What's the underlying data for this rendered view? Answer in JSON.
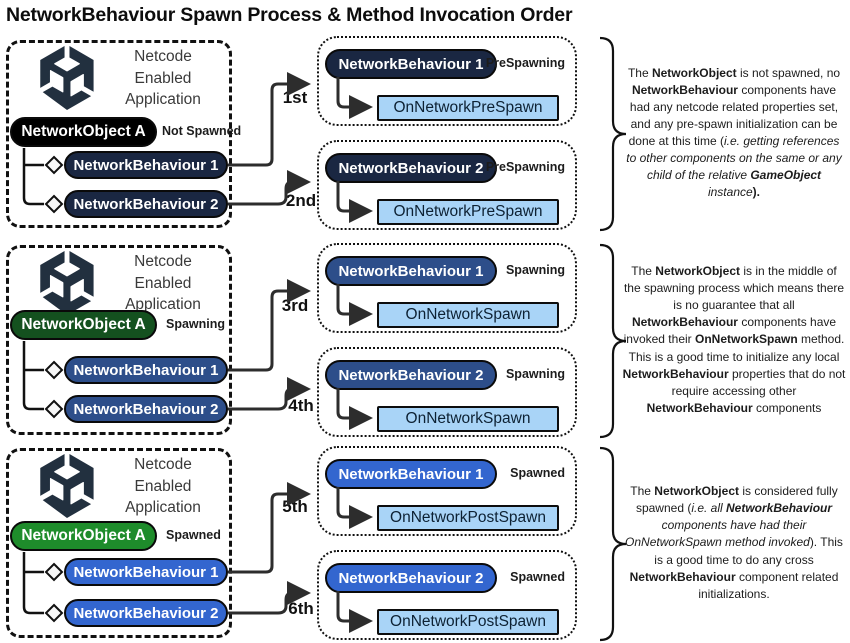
{
  "title": "NetworkBehaviour Spawn Process & Method Invocation Order",
  "app": {
    "lines": [
      "Netcode",
      "Enabled",
      "Application"
    ]
  },
  "icons": {
    "logo": "unity-cube-logo"
  },
  "colors": {
    "method_bg": "#A9D4F7",
    "connector": "#2d2d2d",
    "logo": "#22303f",
    "object_not_spawned": "#000000",
    "object_spawning": "#14511F",
    "object_spawned": "#1E8C2B",
    "behaviour_prespawn": "#1A2742",
    "behaviour_spawning": "#2D4E8A",
    "behaviour_spawned": "#3366CF"
  },
  "rows": [
    {
      "object": {
        "label": "NetworkObject A",
        "status": "Not Spawned",
        "color": "#000000"
      },
      "behaviour_color": "#1A2742",
      "behaviours": [
        "NetworkBehaviour 1",
        "NetworkBehaviour 2"
      ],
      "orders": [
        "1st",
        "2nd"
      ],
      "boxes": [
        {
          "pill": "NetworkBehaviour 1",
          "status": "PreSpawning",
          "method": "OnNetworkPreSpawn"
        },
        {
          "pill": "NetworkBehaviour 2",
          "status": "PreSpawning",
          "method": "OnNetworkPreSpawn"
        }
      ],
      "description": [
        {
          "t": "The "
        },
        {
          "t": "NetworkObject",
          "b": true
        },
        {
          "t": " is not spawned, no "
        },
        {
          "t": "NetworkBehaviour",
          "b": true
        },
        {
          "t": " components have had any netcode related properties set, and any pre-spawn initialization can be done at this time ("
        },
        {
          "t": "i.e. getting references to other components on the same or any child of the relative ",
          "i": true
        },
        {
          "t": "GameObject",
          "b": true,
          "i": true
        },
        {
          "t": " instance",
          "i": true
        },
        {
          "t": ").",
          "b": true
        }
      ]
    },
    {
      "object": {
        "label": "NetworkObject A",
        "status": "Spawning",
        "color": "#14511F"
      },
      "behaviour_color": "#2D4E8A",
      "behaviours": [
        "NetworkBehaviour 1",
        "NetworkBehaviour 2"
      ],
      "orders": [
        "3rd",
        "4th"
      ],
      "boxes": [
        {
          "pill": "NetworkBehaviour 1",
          "status": "Spawning",
          "method": "OnNetworkSpawn"
        },
        {
          "pill": "NetworkBehaviour 2",
          "status": "Spawning",
          "method": "OnNetworkSpawn"
        }
      ],
      "description": [
        {
          "t": "The "
        },
        {
          "t": "NetworkObject",
          "b": true
        },
        {
          "t": " is in the middle of the spawning process which means there is no guarantee that all "
        },
        {
          "t": "NetworkBehaviour",
          "b": true
        },
        {
          "t": " components have invoked their "
        },
        {
          "t": "OnNetworkSpawn",
          "b": true
        },
        {
          "t": " method. This is a good time to initialize any local "
        },
        {
          "t": "NetworkBehaviour",
          "b": true
        },
        {
          "t": " properties that do not require accessing other "
        },
        {
          "t": "NetworkBehaviour",
          "b": true
        },
        {
          "t": " components"
        }
      ]
    },
    {
      "object": {
        "label": "NetworkObject A",
        "status": "Spawned",
        "color": "#1E8C2B"
      },
      "behaviour_color": "#3366CF",
      "behaviours": [
        "NetworkBehaviour 1",
        "NetworkBehaviour 2"
      ],
      "orders": [
        "5th",
        "6th"
      ],
      "boxes": [
        {
          "pill": "NetworkBehaviour 1",
          "status": "Spawned",
          "method": "OnNetworkPostSpawn"
        },
        {
          "pill": "NetworkBehaviour 2",
          "status": "Spawned",
          "method": "OnNetworkPostSpawn"
        }
      ],
      "description": [
        {
          "t": "The "
        },
        {
          "t": "NetworkObject",
          "b": true
        },
        {
          "t": " is considered fully spawned ("
        },
        {
          "t": "i.e. all ",
          "i": true
        },
        {
          "t": "NetworkBehaviour",
          "b": true,
          "i": true
        },
        {
          "t": " components have had their OnNetworkSpawn method invoked",
          "i": true
        },
        {
          "t": "). This is a good time to do any cross "
        },
        {
          "t": "NetworkBehaviour",
          "b": true
        },
        {
          "t": " component related initializations."
        }
      ]
    }
  ]
}
